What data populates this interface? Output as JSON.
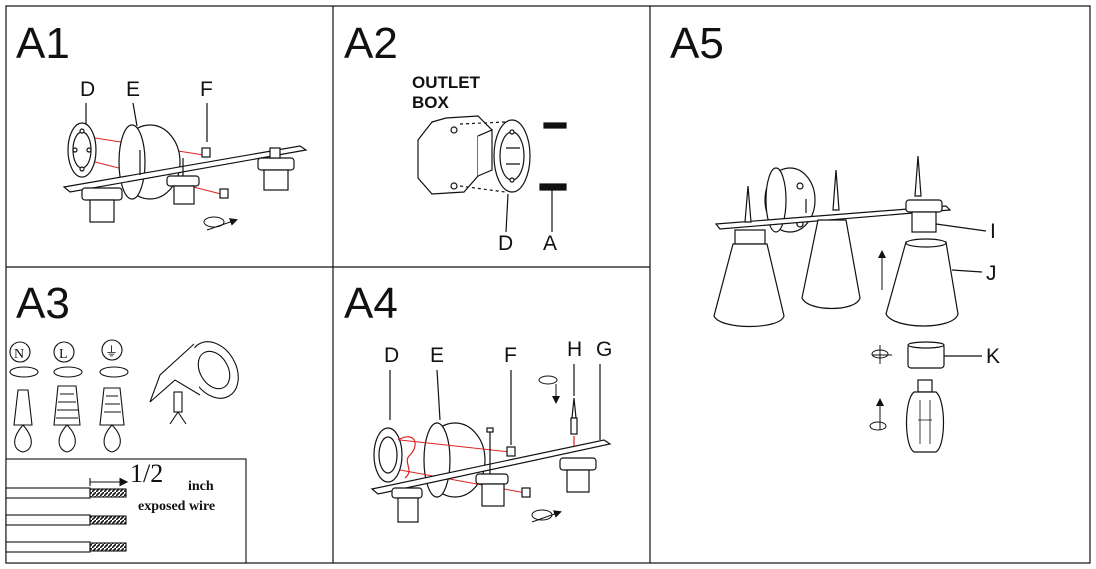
{
  "steps": {
    "a1": "A1",
    "a2": "A2",
    "a3": "A3",
    "a4": "A4",
    "a5": "A5"
  },
  "parts": {
    "a": "A",
    "d": "D",
    "e": "E",
    "f": "F",
    "g": "G",
    "h": "H",
    "i": "I",
    "j": "J",
    "k": "K"
  },
  "outlet_box": {
    "line1": "OUTLET",
    "line2": "BOX"
  },
  "wire_symbols": {
    "neutral": "N",
    "live": "L",
    "ground": "⏚"
  },
  "wire_strip": {
    "length": "1/2",
    "unit": "inch",
    "caption": "exposed wire"
  }
}
